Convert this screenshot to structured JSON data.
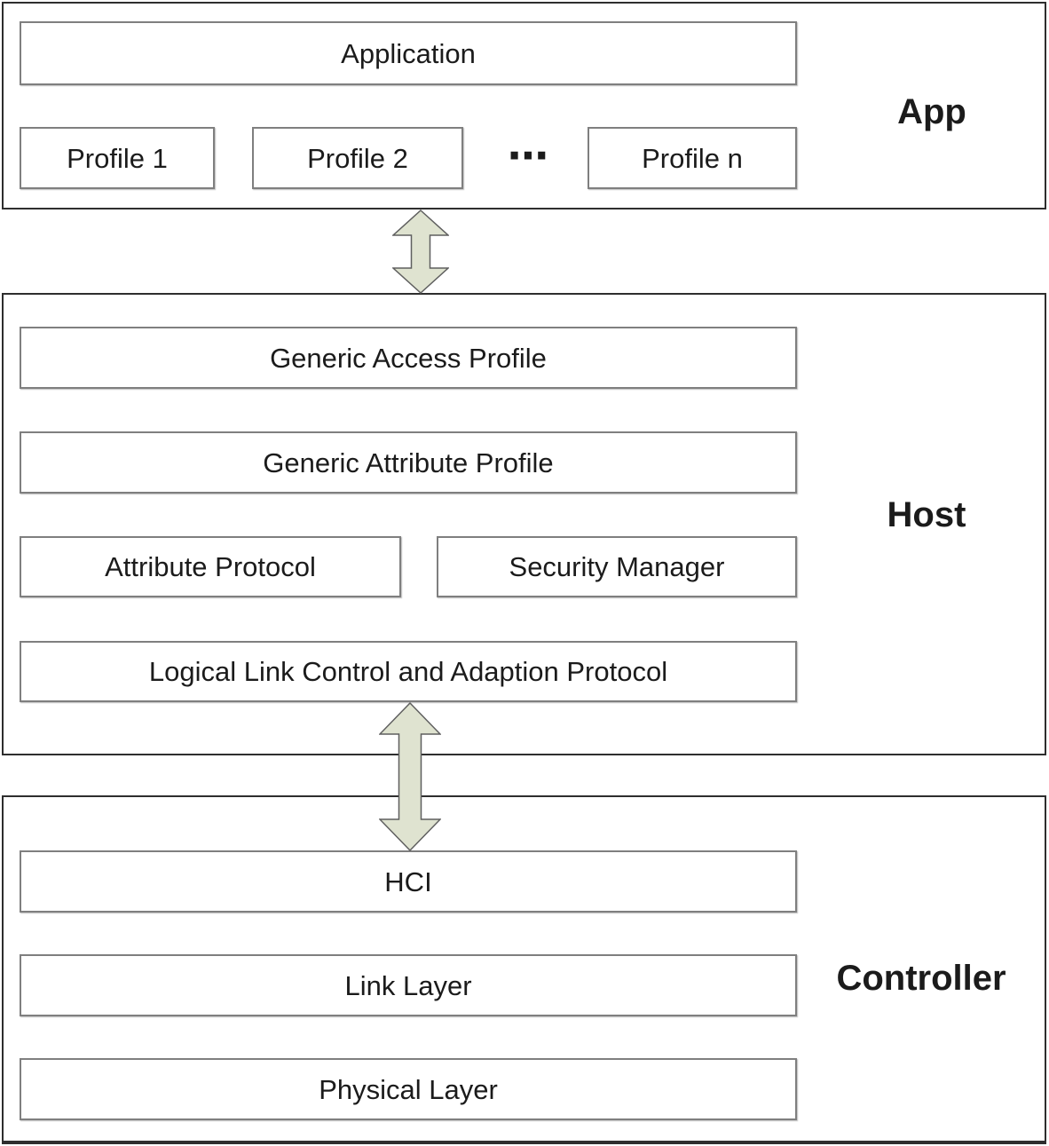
{
  "app": {
    "label": "App",
    "application": "Application",
    "profile1": "Profile 1",
    "profile2": "Profile 2",
    "ellipsis": "⋯",
    "profileN": "Profile n"
  },
  "host": {
    "label": "Host",
    "gap": "Generic Access Profile",
    "gatt": "Generic Attribute Profile",
    "att": "Attribute Protocol",
    "smp": "Security Manager",
    "l2cap": "Logical Link Control and Adaption Protocol"
  },
  "controller": {
    "label": "Controller",
    "hci": "HCI",
    "link": "Link Layer",
    "phy": "Physical Layer"
  },
  "colors": {
    "background": "#ffffff",
    "text": "#1b1b1b",
    "box_border": "#7f7f7f",
    "container_border": "#2e2e2e",
    "arrow_fill": "#dfe3d0",
    "arrow_stroke": "#5f5f5f"
  }
}
